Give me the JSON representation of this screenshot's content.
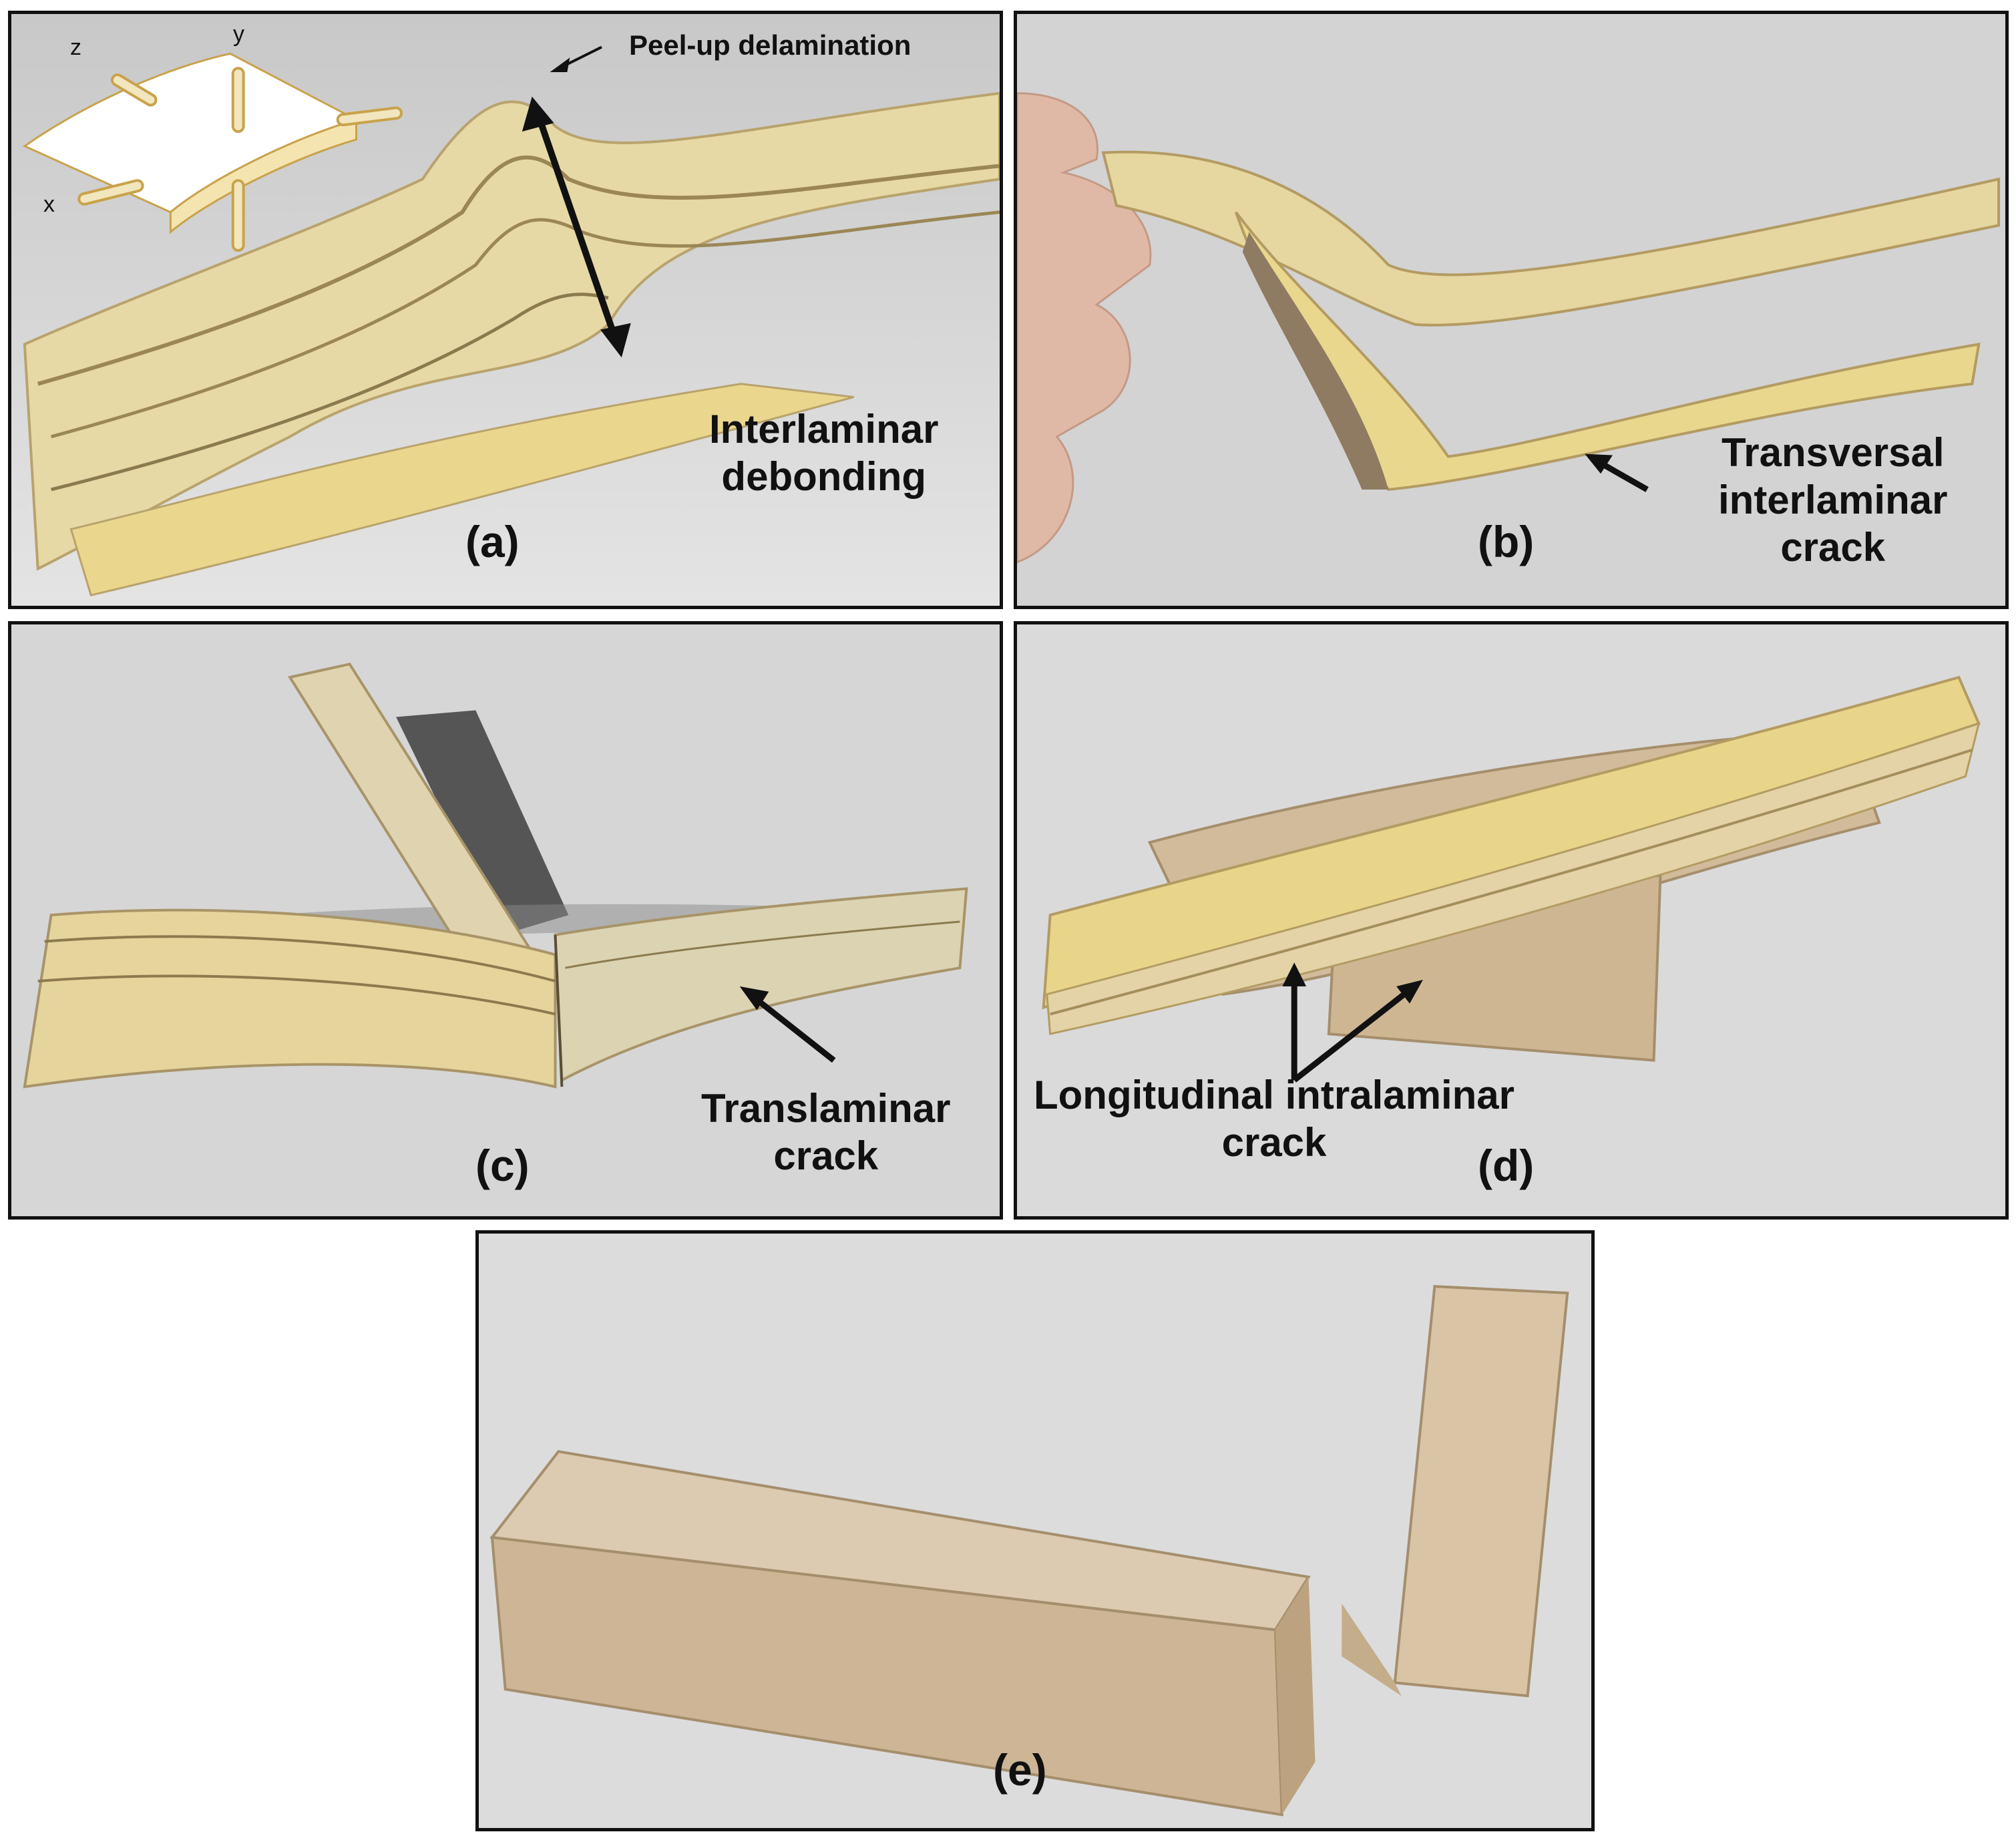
{
  "panels": {
    "a": {
      "letter": "(a)",
      "peel_up": "Peel-up delamination",
      "annotation_line1": "Interlaminar",
      "annotation_line2": "debonding",
      "axes": {
        "x": "x",
        "y": "y",
        "z": "z"
      }
    },
    "b": {
      "letter": "(b)",
      "annotation_line1": "Transversal",
      "annotation_line2": "interlaminar",
      "annotation_line3": "crack"
    },
    "c": {
      "letter": "(c)",
      "annotation_line1": "Translaminar",
      "annotation_line2": "crack"
    },
    "d": {
      "letter": "(d)",
      "annotation_line1": "Longitudinal intralaminar",
      "annotation_line2": "crack"
    },
    "e": {
      "letter": "(e)"
    }
  },
  "colors": {
    "fabric": "#e3d298",
    "felt": "#d2bb9a",
    "background_photo": "#d8d8d8",
    "arrow": "#111111",
    "inset_arrow": "#f1e6bd",
    "inset_outline": "#c9a24a"
  }
}
